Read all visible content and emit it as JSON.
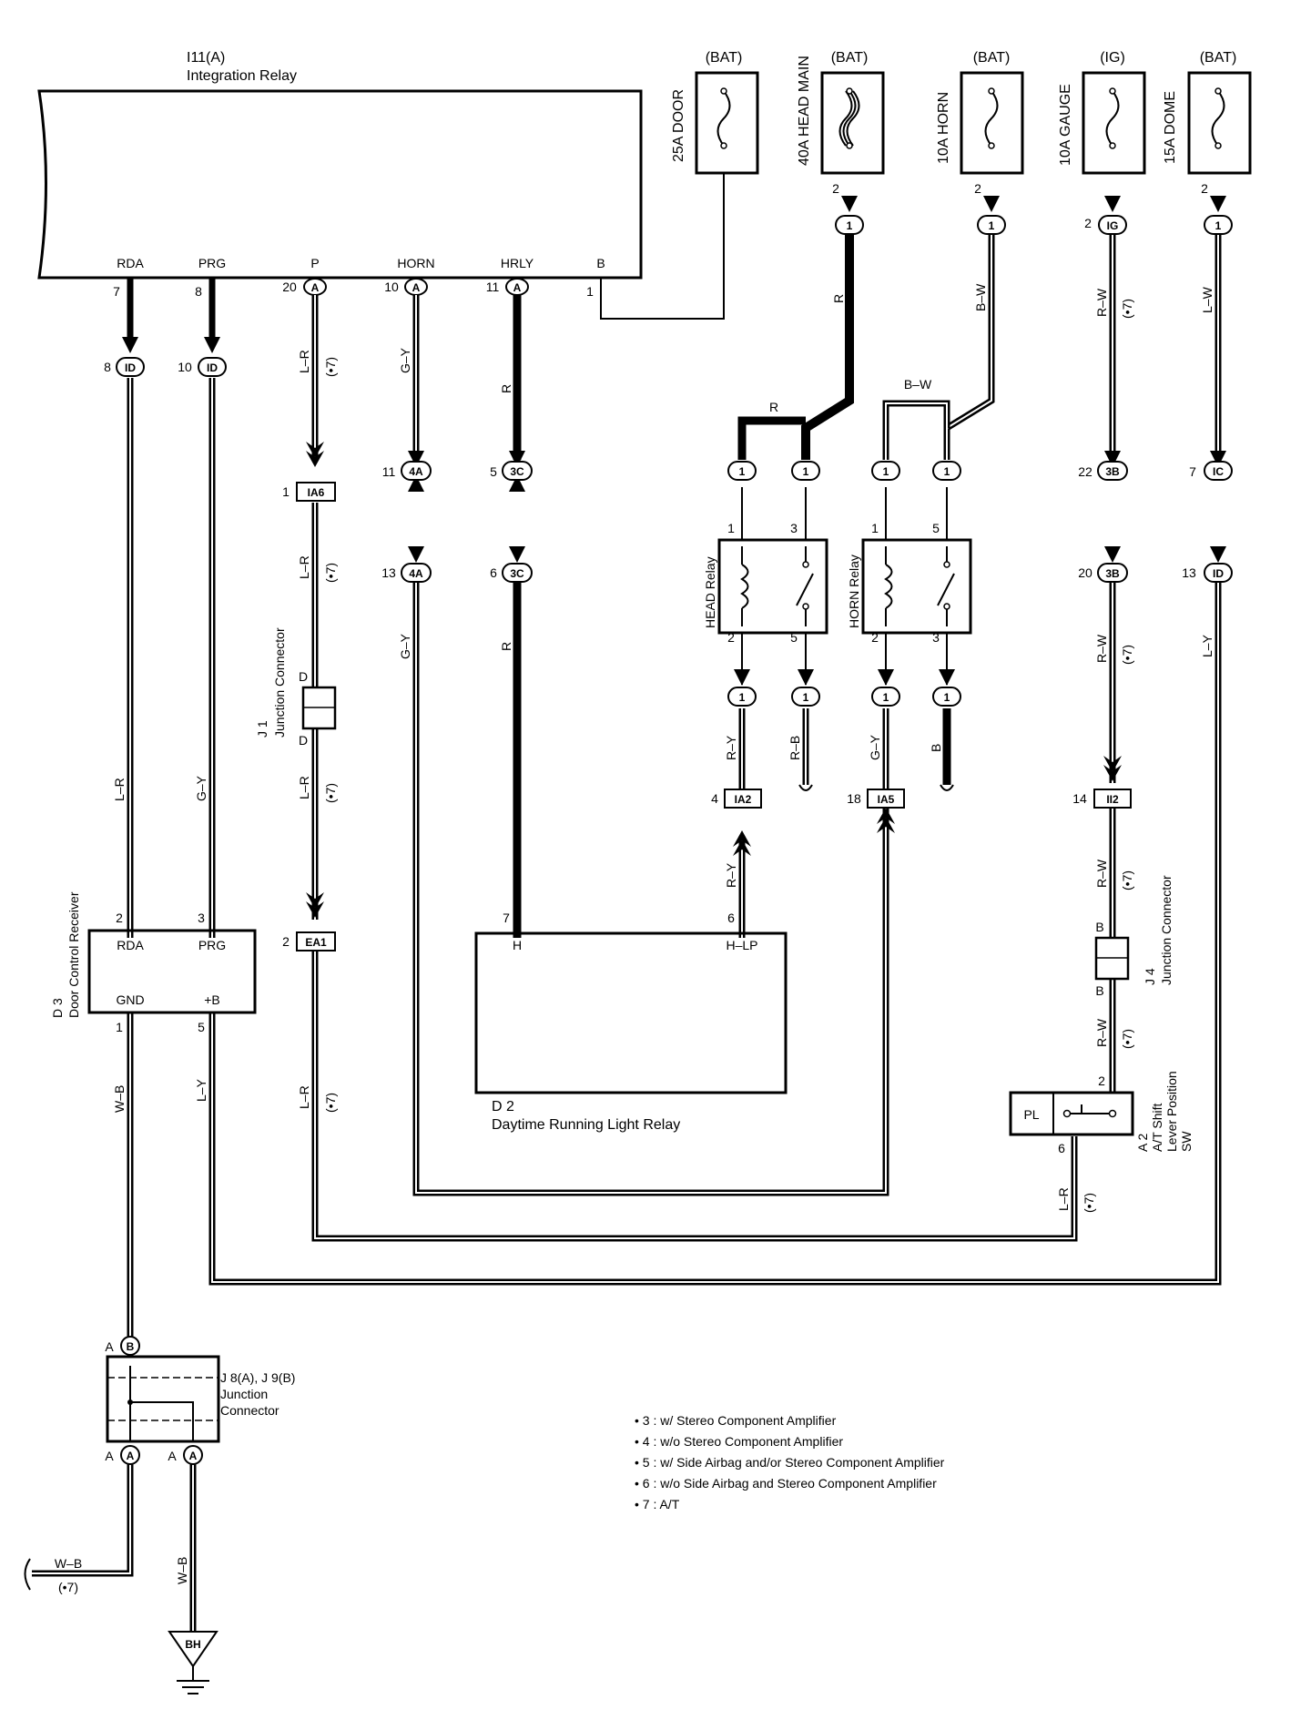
{
  "relay": {
    "code": "I11(A)",
    "name": "Integration Relay",
    "terminals": [
      {
        "name": "RDA",
        "pin": "7"
      },
      {
        "name": "PRG",
        "pin": "8"
      },
      {
        "name": "P",
        "pin": "20",
        "conn": "A"
      },
      {
        "name": "HORN",
        "pin": "10",
        "conn": "A"
      },
      {
        "name": "HRLY",
        "pin": "11",
        "conn": "A"
      },
      {
        "name": "B",
        "pin": "1"
      }
    ]
  },
  "fuses": [
    {
      "supply": "(BAT)",
      "label": "25A DOOR"
    },
    {
      "supply": "(BAT)",
      "label": "40A HEAD MAIN",
      "pin": "2",
      "conn": "1"
    },
    {
      "supply": "(BAT)",
      "label": "10A HORN",
      "pin": "2",
      "conn": "1"
    },
    {
      "supply": "(IG)",
      "label": "10A GAUGE",
      "pin": "2",
      "conn": "IG"
    },
    {
      "supply": "(BAT)",
      "label": "15A DOME",
      "pin": "2",
      "conn": "1"
    }
  ],
  "connectors": {
    "id8": {
      "pin": "8",
      "code": "ID"
    },
    "id10": {
      "pin": "10",
      "code": "ID"
    },
    "ia6": {
      "pin": "1",
      "code": "IA6"
    },
    "c4a_top": {
      "pin": "11",
      "code": "4A"
    },
    "c4a_bot": {
      "pin": "13",
      "code": "4A"
    },
    "c3c_top": {
      "pin": "5",
      "code": "3C"
    },
    "c3c_bot": {
      "pin": "6",
      "code": "3C"
    },
    "c3b_top": {
      "pin": "22",
      "code": "3B"
    },
    "c3b_bot": {
      "pin": "20",
      "code": "3B"
    },
    "ic7": {
      "pin": "7",
      "code": "IC"
    },
    "id13": {
      "pin": "13",
      "code": "ID"
    },
    "ia2": {
      "pin": "4",
      "code": "IA2"
    },
    "ia5": {
      "pin": "18",
      "code": "IA5"
    },
    "ii2": {
      "pin": "14",
      "code": "II2"
    },
    "ea1": {
      "pin": "2",
      "code": "EA1"
    },
    "one": "1"
  },
  "wires": {
    "l_r": "L–R",
    "g_y": "G–Y",
    "r": "R",
    "b_w": "B–W",
    "r_w": "R–W",
    "l_w": "L–W",
    "l_y": "L–Y",
    "r_y": "R–Y",
    "r_b": "R–B",
    "b": "B",
    "w_b": "W–B",
    "note7": "(•7)"
  },
  "head_relay": {
    "name": "HEAD Relay",
    "pins": [
      "1",
      "3",
      "2",
      "5"
    ]
  },
  "horn_relay": {
    "name": "HORN Relay",
    "pins": [
      "1",
      "5",
      "2",
      "3"
    ]
  },
  "j1": {
    "code": "J 1",
    "name": "Junction Connector",
    "pin": "D"
  },
  "j4": {
    "code": "J 4",
    "name": "Junction Connector",
    "pin": "B"
  },
  "d3": {
    "code": "D 3",
    "name": "Door Control Receiver",
    "terminals": [
      {
        "name": "RDA",
        "pin": "2"
      },
      {
        "name": "PRG",
        "pin": "3"
      },
      {
        "name": "GND",
        "pin": "1"
      },
      {
        "name": "+B",
        "pin": "5"
      }
    ]
  },
  "d2": {
    "code": "D 2",
    "name": "Daytime Running Light Relay",
    "terminals": [
      {
        "name": "H",
        "pin": "7"
      },
      {
        "name": "H–LP",
        "pin": "6"
      }
    ]
  },
  "a2": {
    "code": "A 2",
    "name_lines": [
      "A/T Shift",
      "Lever Position",
      "SW"
    ],
    "pl": "PL",
    "pins": [
      "2",
      "6"
    ]
  },
  "j8j9": {
    "label": "J 8(A), J 9(B)",
    "line2": "Junction",
    "line3": "Connector",
    "pins": {
      "a": "A",
      "b": "B"
    }
  },
  "ground": {
    "code": "BH"
  },
  "notes": [
    "• 3 : w/ Stereo Component Amplifier",
    "• 4 : w/o Stereo Component Amplifier",
    "• 5 : w/ Side Airbag and/or Stereo Component Amplifier",
    "• 6 : w/o Side Airbag and Stereo Component Amplifier",
    "• 7 : A/T"
  ]
}
